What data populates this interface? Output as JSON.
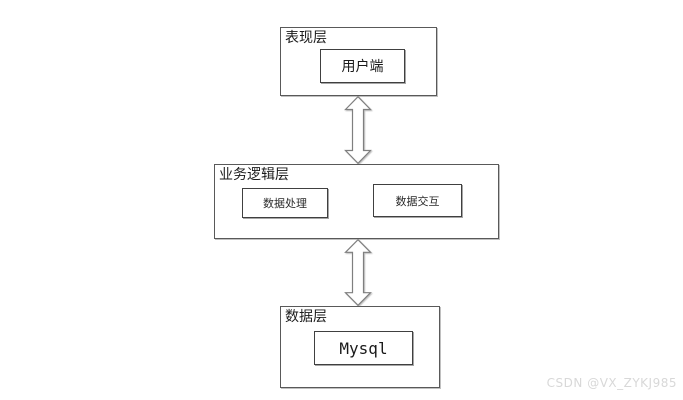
{
  "diagram": {
    "title": "three-tier-architecture",
    "layers": [
      {
        "id": "presentation",
        "label": "表现层",
        "nodes": [
          {
            "id": "client",
            "label": "用户端"
          }
        ]
      },
      {
        "id": "business-logic",
        "label": "业务逻辑层",
        "nodes": [
          {
            "id": "data-processing",
            "label": "数据处理"
          },
          {
            "id": "data-interaction",
            "label": "数据交互"
          }
        ]
      },
      {
        "id": "data",
        "label": "数据层",
        "nodes": [
          {
            "id": "mysql",
            "label": "Mysql"
          }
        ]
      }
    ],
    "connectors": [
      {
        "from": "presentation",
        "to": "business-logic",
        "type": "double-headed-vertical-arrow"
      },
      {
        "from": "business-logic",
        "to": "data",
        "type": "double-headed-vertical-arrow"
      }
    ],
    "colors": {
      "background": "#ffffff",
      "box_border": "#595959",
      "box_shadow": "#c0c0c0",
      "inner_border": "#404040",
      "inner_shadow": "#a6a6a6",
      "arrow_outline": "#7f7f7f",
      "arrow_fill": "#ffffff",
      "text": "#1a1a1a",
      "watermark": "#d8d8d8"
    }
  },
  "watermark": {
    "text": "CSDN @VX_ZYKJ985"
  }
}
